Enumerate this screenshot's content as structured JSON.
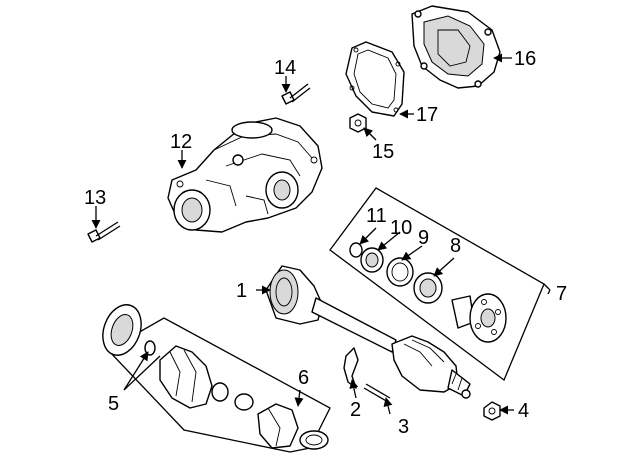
{
  "callouts": [
    "1",
    "2",
    "3",
    "4",
    "5",
    "6",
    "7",
    "8",
    "9",
    "10",
    "11",
    "12",
    "13",
    "14",
    "15",
    "16",
    "17"
  ],
  "icons": {
    "differential": "differential-housing-icon",
    "axle": "axle-shaft-icon",
    "cover": "differential-cover-icon",
    "gasket": "cover-gasket-icon"
  }
}
